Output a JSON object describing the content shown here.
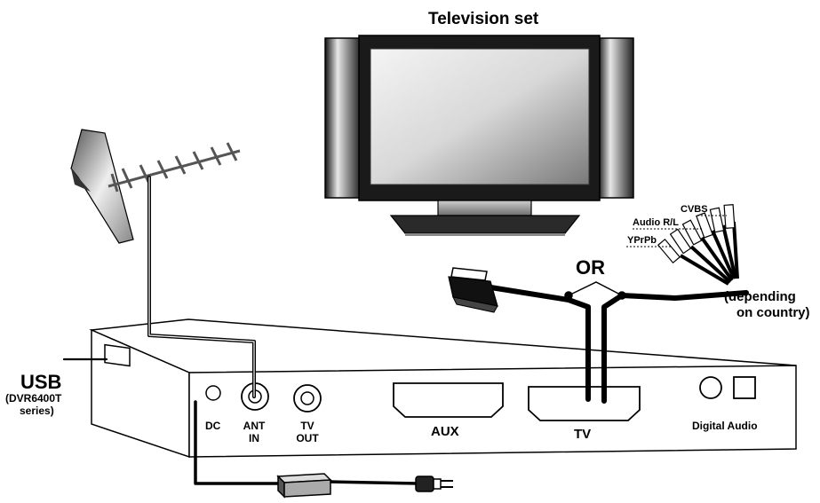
{
  "labels": {
    "tv_title": "Television set",
    "or": "OR",
    "depending_line1": "(depending",
    "depending_line2": "on country)",
    "cvbs": "CVBS",
    "audio_rl": "Audio R/L",
    "yprpb": "YPrPb",
    "usb": "USB",
    "usb_sub1": "(DVR6400T",
    "usb_sub2": "series)",
    "dc": "DC",
    "ant_line1": "ANT",
    "ant_line2": "IN",
    "tv_out_line1": "TV",
    "tv_out_line2": "OUT",
    "aux": "AUX",
    "tv_port": "TV",
    "digital_audio": "Digital Audio"
  },
  "colors": {
    "line": "#000000",
    "tv_frame": "#1a1a1a",
    "screen_light": "#f2f2f2",
    "screen_dark": "#8a8a8a"
  }
}
